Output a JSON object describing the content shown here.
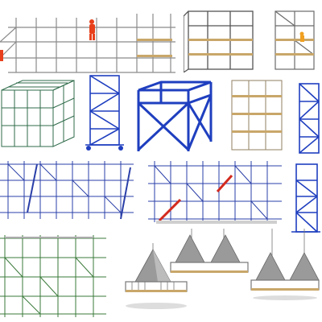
{
  "models": [
    {
      "id": "walkway-scaffold-with-workers",
      "color": "#8a8a8a"
    },
    {
      "id": "grey-frame-scaffold",
      "color": "#555555"
    },
    {
      "id": "grey-tower-with-worker",
      "color": "#6a6a6a"
    },
    {
      "id": "green-cube-scaffold",
      "color": "#2f6b4a"
    },
    {
      "id": "blue-mobile-tower",
      "color": "#1f3fbf"
    },
    {
      "id": "blue-h-frame",
      "color": "#1f3fbf"
    },
    {
      "id": "tan-plank-scaffold",
      "color": "#9a8a70"
    },
    {
      "id": "blue-tall-tower",
      "color": "#1f3fbf"
    },
    {
      "id": "blue-long-scaffold-with-stairs",
      "color": "#2a3fa8"
    },
    {
      "id": "blue-scaffold-with-red-stair",
      "color": "#2a3fa8"
    },
    {
      "id": "blue-stair-tower",
      "color": "#1f3fbf"
    },
    {
      "id": "green-facade-scaffold",
      "color": "#3a7a3a"
    },
    {
      "id": "hanging-platform-left",
      "color": "#777777"
    },
    {
      "id": "hanging-platform-right",
      "color": "#777777"
    }
  ],
  "colors": {
    "worker": "#e8401c",
    "stair_red": "#d32a1e",
    "plank": "#c9a76a",
    "shadow": "#cfcfcf"
  }
}
